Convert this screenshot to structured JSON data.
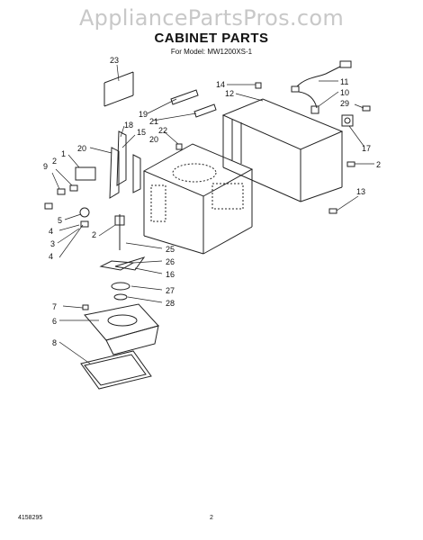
{
  "watermark": "AppliancePartsPros.com",
  "header": {
    "title": "CABINET PARTS",
    "model_line": "For Model: MW1200XS-1"
  },
  "footer": {
    "doc_number": "4158295",
    "page_number": "2"
  },
  "callouts": [
    "23",
    "19",
    "21",
    "22",
    "18",
    "15",
    "20",
    "1",
    "20",
    "9",
    "2",
    "5",
    "4",
    "3",
    "4",
    "2",
    "14",
    "12",
    "11",
    "10",
    "29",
    "17",
    "2",
    "13",
    "25",
    "26",
    "16",
    "27",
    "28",
    "7",
    "6",
    "8"
  ]
}
